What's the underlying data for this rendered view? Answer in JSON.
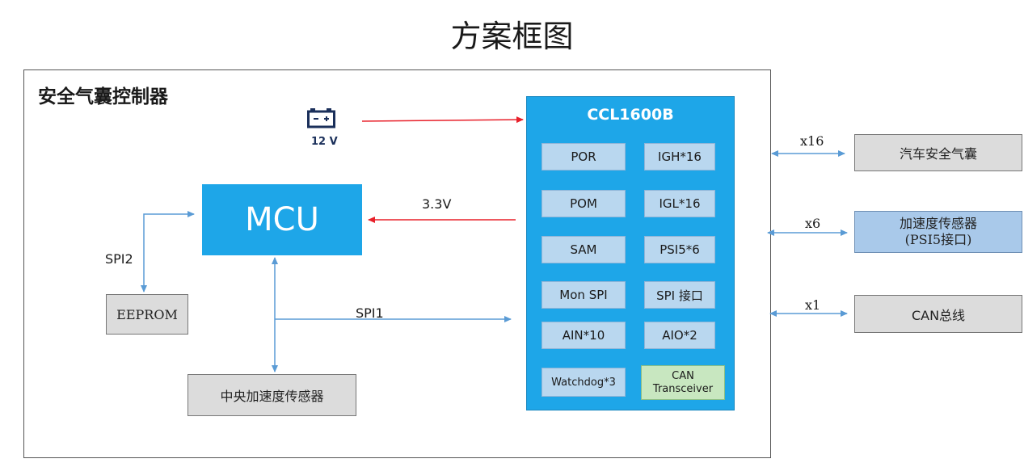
{
  "title": "方案框图",
  "controller": {
    "label": "安全气囊控制器"
  },
  "battery": {
    "label": "12 V"
  },
  "mcu": {
    "label": "MCU"
  },
  "eeprom": {
    "label": "EEPROM"
  },
  "central_sensor": {
    "label": "中央加速度传感器"
  },
  "connections": {
    "spi2": "SPI2",
    "spi1": "SPI1",
    "v33": "3.3V",
    "x16": "x16",
    "x6": "x6",
    "x1": "x1"
  },
  "chip": {
    "title": "CCL1600B",
    "cells": [
      "POR",
      "IGH*16",
      "POM",
      "IGL*16",
      "SAM",
      "PSI5*6",
      "Mon SPI",
      "SPI 接口",
      "AIN*10",
      "AIO*2",
      "Watchdog*3"
    ],
    "can_transceiver": [
      "CAN",
      "Transceiver"
    ]
  },
  "external": {
    "airbag": "汽车安全气囊",
    "accel_line1": "加速度传感器",
    "accel_line2": "(PSI5接口)",
    "can_bus": "CAN总线"
  },
  "colors": {
    "blue_block": "#1ea6e8",
    "cell": "#b9d7ef",
    "can_cell": "#c8e7c0",
    "gray_box": "#dcdcdc",
    "red_arrow": "#e8202a",
    "blue_arrow": "#5a9bd5"
  }
}
